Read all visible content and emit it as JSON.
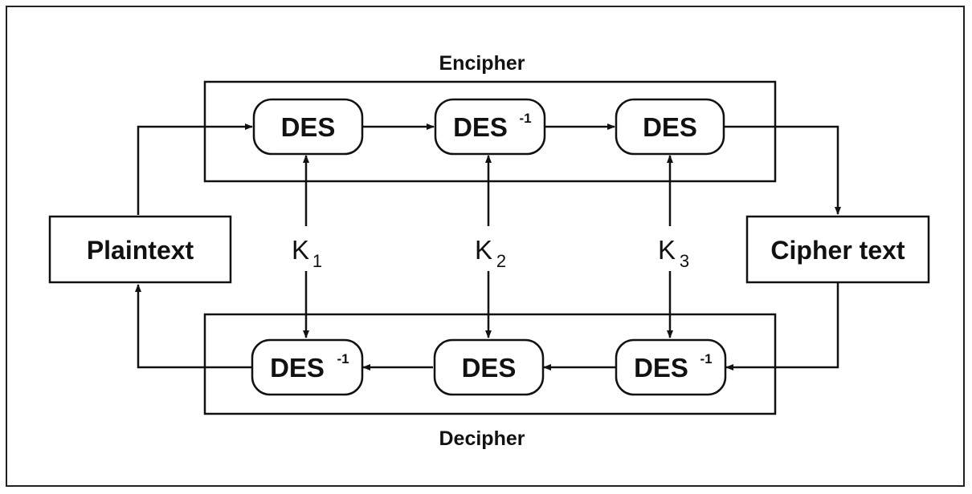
{
  "groups": {
    "encipher": "Encipher",
    "decipher": "Decipher"
  },
  "io": {
    "plaintext": "Plaintext",
    "ciphertext": "Cipher text"
  },
  "nodes": {
    "des": "DES",
    "inverse_superscript": "-1"
  },
  "keys": {
    "letter": "K",
    "k1": "1",
    "k2": "2",
    "k3": "3"
  }
}
